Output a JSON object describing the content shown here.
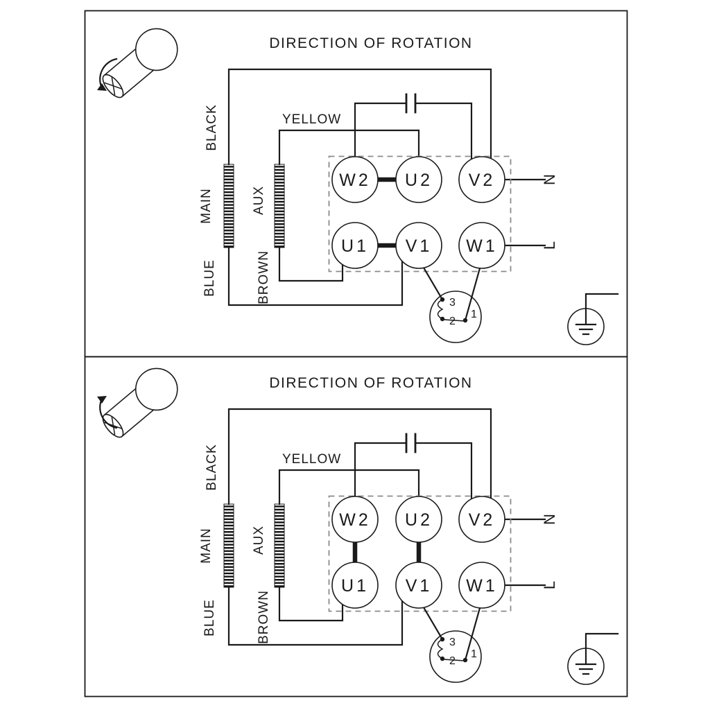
{
  "diagram": {
    "type": "motor-wiring-diagram",
    "colors": {
      "line": "#1a1a1a",
      "dashed_box": "#8a8a8a",
      "background": "#ffffff"
    },
    "panels": [
      {
        "title": "DIRECTION OF ROTATION",
        "rotation": "clockwise",
        "motor_icon": "motor-with-rotation-arrow",
        "wire_labels": {
          "black": "BLACK",
          "yellow": "YELLOW",
          "main": "MAIN",
          "aux": "AUX",
          "brown": "BROWN",
          "blue": "BLUE"
        },
        "supply": {
          "neutral": "N",
          "line": "L"
        },
        "terminals": {
          "w2": "W2",
          "u2": "U2",
          "v2": "V2",
          "u1": "U1",
          "v1": "V1",
          "w1": "W1"
        },
        "terminal_links": [
          "W2-U2",
          "U1-V1"
        ],
        "thermal_protector": {
          "t3": "3",
          "t2": "2",
          "t1": "1"
        }
      },
      {
        "title": "DIRECTION OF ROTATION",
        "rotation": "counter-clockwise",
        "motor_icon": "motor-with-rotation-arrow",
        "wire_labels": {
          "black": "BLACK",
          "yellow": "YELLOW",
          "main": "MAIN",
          "aux": "AUX",
          "brown": "BROWN",
          "blue": "BLUE"
        },
        "supply": {
          "neutral": "N",
          "line": "L"
        },
        "terminals": {
          "w2": "W2",
          "u2": "U2",
          "v2": "V2",
          "u1": "U1",
          "v1": "V1",
          "w1": "W1"
        },
        "terminal_links": [
          "W2-U1",
          "U2-V1"
        ],
        "thermal_protector": {
          "t3": "3",
          "t2": "2",
          "t1": "1"
        }
      }
    ]
  }
}
